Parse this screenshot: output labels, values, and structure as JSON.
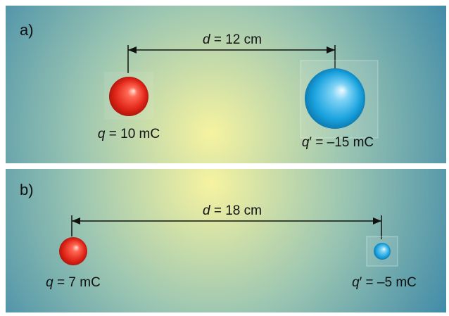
{
  "panels": [
    {
      "label": "a)",
      "distance": {
        "var": "d",
        "rest": " = 12 cm"
      },
      "charge_left": {
        "var": "q",
        "rest": " = 10 mC"
      },
      "charge_right": {
        "var": "q",
        "prime": "′",
        "rest": " = –15 mC"
      }
    },
    {
      "label": "b)",
      "distance": {
        "var": "d",
        "rest": " = 18 cm"
      },
      "charge_left": {
        "var": "q",
        "rest": " = 7 mC"
      },
      "charge_right": {
        "var": "q",
        "prime": "′",
        "rest": " = –5 mC"
      }
    }
  ],
  "colors": {
    "panel_center": "#f6f3a0",
    "panel_edge": "#2f7fa6",
    "positive_charge": "#e02418",
    "negative_charge": "#1aa3df"
  }
}
